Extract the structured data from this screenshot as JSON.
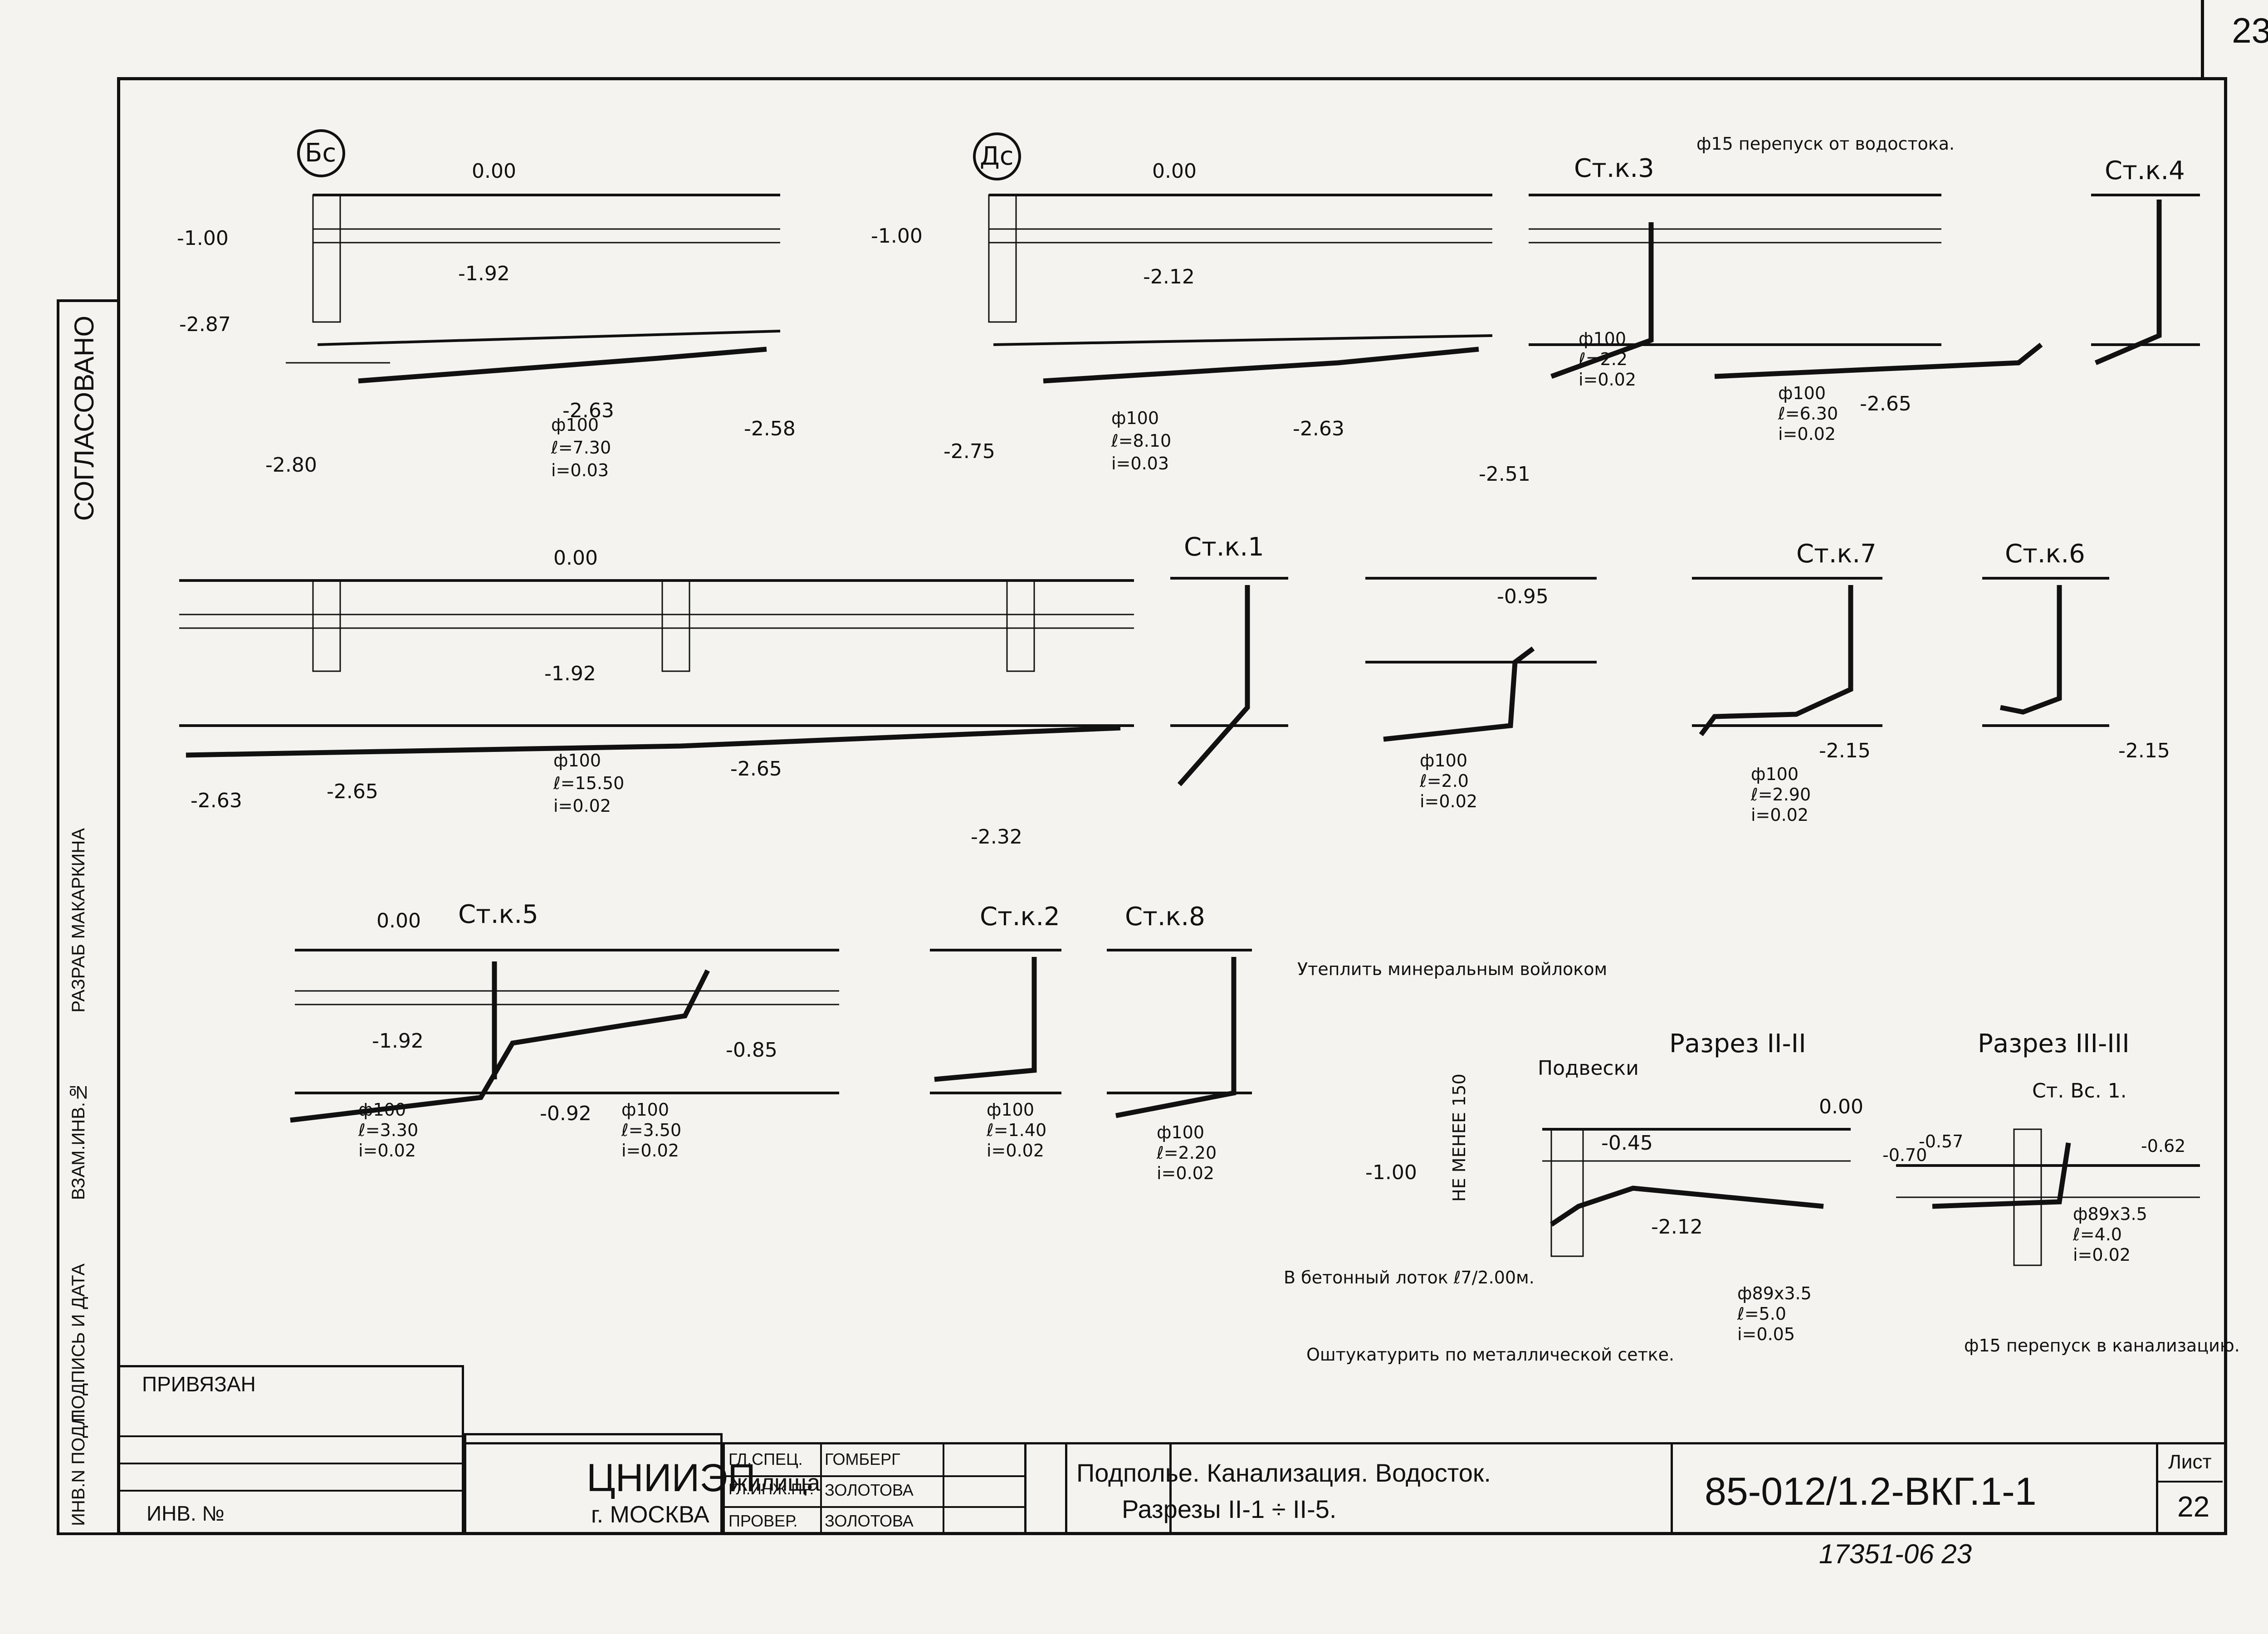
{
  "sheet_top_right": "23",
  "side_stamps": {
    "primary": "СОГЛАСОВАНО",
    "razrab": "РАЗРАБ  МАКАРКИНА",
    "vzam": "ВЗАМ.ИНВ.№",
    "podpis": "ПОДПИСЬ И ДАТА",
    "inv_podl": "ИНВ.N ПОДЛ."
  },
  "title_block": {
    "privyazan": "ПРИВЯЗАН",
    "inv": "ИНВ. №",
    "org_name": "ЦНИИЭП",
    "org_suffix": "жилища",
    "org_city": "г. МОСКВА",
    "roles": [
      {
        "role": "ГЛ.СПЕЦ.",
        "name": "ГОМБЕРГ"
      },
      {
        "role": "ГЛ.ИНЖ.ПР.",
        "name": "ЗОЛОТОВА"
      },
      {
        "role": "ПРОВЕР.",
        "name": "ЗОЛОТОВА"
      }
    ],
    "title_line1": "Подполье. Канализация. Водосток.",
    "title_line2": "Разрезы II-1 ÷ II-5.",
    "code": "85-012/1.2-ВКГ.1-1",
    "list_label": "Лист",
    "list_number": "22"
  },
  "below_stamp": "17351-06   23",
  "section_titles": {
    "razrez2": "Разрез II-II",
    "razrez3": "Разрез III-III",
    "stvs1": "Ст. Вс. 1."
  },
  "notes": {
    "insulate": "Утеплить минеральным войлоком",
    "not_less": "НЕ МЕНЕЕ 150",
    "hangers": "Подвески",
    "concrete_tray": "В бетонный лоток ℓ7/2.00м.",
    "plaster": "Оштукатурить по металлической сетке.",
    "bypass_top": "ф15 перепуск от водостока.",
    "bypass_bottom": "ф15 перепуск в канализацию."
  },
  "stacks": [
    "Ст.к.1",
    "Ст.к.2",
    "Ст.к.3",
    "Ст.к.4",
    "Ст.к.5",
    "Ст.к.6",
    "Ст.к.7",
    "Ст.к.8"
  ],
  "axes": [
    "Бс",
    "Дс"
  ],
  "elevations": [
    "0.00",
    "-1.00",
    "-1.92",
    "-2.12",
    "-2.87",
    "-2.80",
    "-2.75",
    "-2.63",
    "-2.58",
    "-2.51",
    "-2.65",
    "-2.32",
    "-0.95",
    "-2.15",
    "-0.92",
    "-0.85",
    "-0.45",
    "-0.70",
    "-0.57",
    "-0.62"
  ],
  "pipe_specs": [
    [
      "ф100",
      "ℓ=7.30",
      "i=0.03"
    ],
    [
      "ф100",
      "ℓ=8.10",
      "i=0.03"
    ],
    [
      "ф100",
      "ℓ=2.2",
      "i=0.02"
    ],
    [
      "ф100",
      "ℓ=6.30",
      "i=0.02"
    ],
    [
      "ф100",
      "ℓ=15.50",
      "i=0.02"
    ],
    [
      "ф100",
      "ℓ=2.0",
      "i=0.02"
    ],
    [
      "ф100",
      "ℓ=2.90",
      "i=0.02"
    ],
    [
      "ф100",
      "ℓ=3.30",
      "i=0.02"
    ],
    [
      "ф100",
      "ℓ=3.50",
      "i=0.02"
    ],
    [
      "ф100",
      "ℓ=1.40",
      "i=0.02"
    ],
    [
      "ф100",
      "ℓ=2.20",
      "i=0.02"
    ],
    [
      "ф89x3.5",
      "ℓ=5.0",
      "i=0.05"
    ],
    [
      "ф89x3.5",
      "ℓ=4.0",
      "i=0.02"
    ]
  ]
}
